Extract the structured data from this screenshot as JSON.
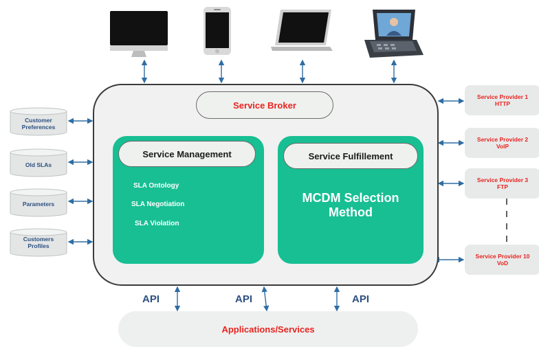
{
  "broker": {
    "label": "Service Broker"
  },
  "management": {
    "label": "Service Management",
    "items": [
      "SLA Ontology",
      "SLA Negotiation",
      "SLA Violation"
    ]
  },
  "fulfillment": {
    "label": "Service Fulfillement",
    "method": [
      "MCDM Selection",
      "Method"
    ]
  },
  "databases": [
    {
      "lines": [
        "Customer",
        "Preferences"
      ]
    },
    {
      "lines": [
        "Old SLAs"
      ]
    },
    {
      "lines": [
        "Parameters"
      ]
    },
    {
      "lines": [
        "Customers",
        "Profiles"
      ]
    }
  ],
  "providers": [
    {
      "name": "Service Provider 1",
      "protocol": "HTTP"
    },
    {
      "name": "Service Provider 2",
      "protocol": "VoIP"
    },
    {
      "name": "Service Provider 3",
      "protocol": "FTP"
    },
    {
      "name": "Service Provider 10",
      "protocol": "VoD"
    }
  ],
  "api": [
    "API",
    "API",
    "API"
  ],
  "applications": {
    "label": "Applications/Services"
  },
  "devices": [
    "desktop-monitor-icon",
    "smartphone-icon",
    "laptop-icon",
    "video-phone-icon"
  ],
  "colors": {
    "accent_green": "#17bf93",
    "red_text": "#e8231f",
    "arrow_blue": "#2e6da4",
    "label_blue": "#2c4f80"
  }
}
